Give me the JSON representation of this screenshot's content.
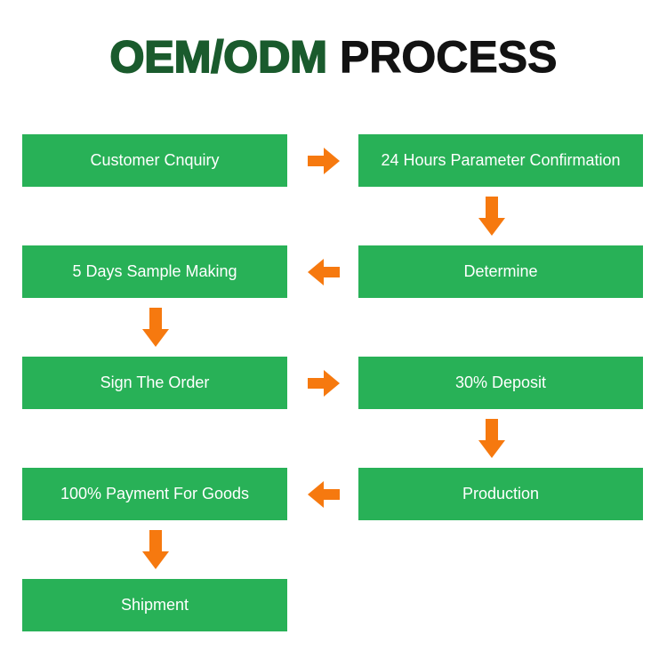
{
  "title": {
    "brand": "OEM/ODM",
    "rest": "PROCESS"
  },
  "colors": {
    "box_green": "#28B157",
    "arrow_orange": "#F6790F",
    "title_green": "#1A5B2D",
    "title_black": "#121212",
    "box_text": "#FFFFFF"
  },
  "steps": [
    {
      "label": "Customer Cnquiry"
    },
    {
      "label": "24 Hours Parameter Confirmation"
    },
    {
      "label": "Determine"
    },
    {
      "label": "5 Days Sample Making"
    },
    {
      "label": "Sign The Order"
    },
    {
      "label": "30% Deposit"
    },
    {
      "label": "Production"
    },
    {
      "label": "100% Payment For Goods"
    },
    {
      "label": "Shipment"
    }
  ]
}
